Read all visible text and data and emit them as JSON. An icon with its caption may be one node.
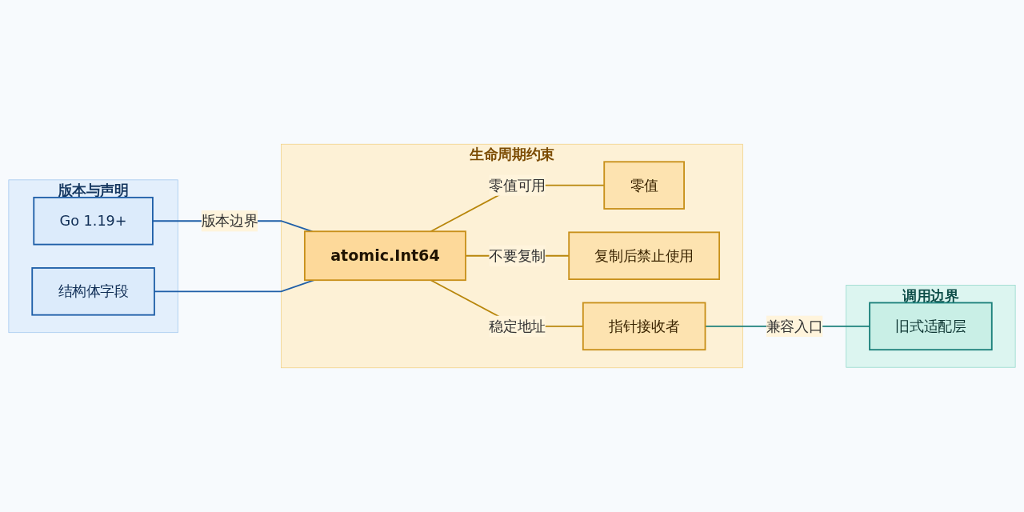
{
  "diagram": {
    "nodes": [
      {
        "text": [
          "版本与声明"
        ]
      },
      {
        "text": [
          "Go 1.19+"
        ],
        "in": 0
      },
      {
        "text": [
          "结构体字段"
        ],
        "in": 0
      },
      {
        "text": [
          "生命周期约束"
        ]
      },
      {
        "text": [
          "atomic.Int64"
        ],
        "in": 3
      },
      {
        "text": [
          "零值"
        ],
        "in": 3
      },
      {
        "text": [
          "复制后禁止使用"
        ],
        "in": 3
      },
      {
        "text": [
          "指针接收者"
        ],
        "in": 3
      },
      {
        "text": [
          "调用边界"
        ]
      },
      {
        "text": [
          "旧式适配层"
        ],
        "in": 8
      }
    ],
    "edges": [
      {
        "from": 1,
        "to": 4,
        "arrow": "none",
        "label": "版本边界",
        "color": "#1f5fa8"
      },
      {
        "from": 2,
        "to": 4,
        "arrow": "none",
        "color": "#1f5fa8"
      },
      {
        "from": 4,
        "to": 5,
        "arrow": "none",
        "label": "零值可用"
      },
      {
        "from": 4,
        "to": 6,
        "arrow": "none",
        "label": "不要复制"
      },
      {
        "from": 4,
        "to": 7,
        "arrow": "none",
        "label": "稳定地址"
      },
      {
        "from": 7,
        "to": 9,
        "arrow": "none",
        "label": "兼容入口",
        "color": "#1a7f7a"
      }
    ]
  }
}
